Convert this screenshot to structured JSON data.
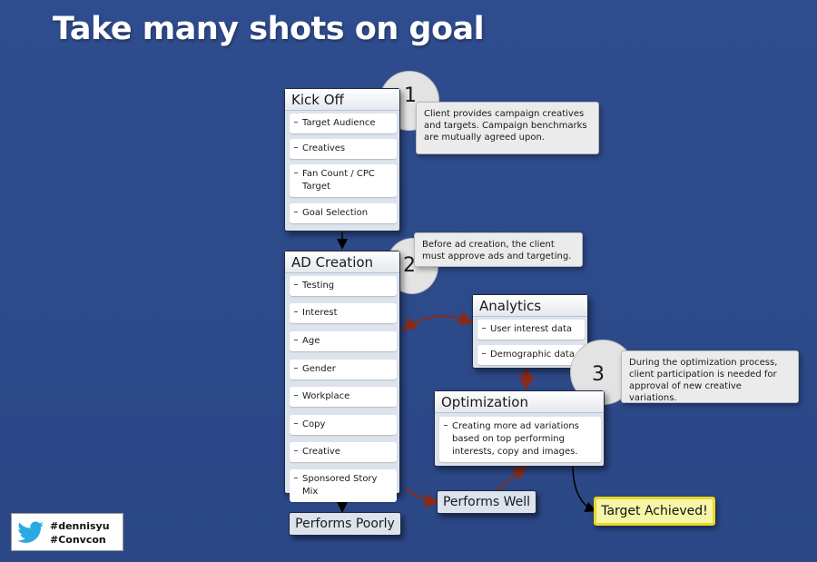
{
  "title": "Take many shots on goal",
  "kickoff": {
    "title": "Kick Off",
    "items": [
      "Target Audience",
      "Creatives",
      "Fan Count / CPC Target",
      "Goal Selection"
    ]
  },
  "adcreation": {
    "title": "AD Creation",
    "items": [
      "Testing",
      "Interest",
      "Age",
      "Gender",
      "Workplace",
      "Copy",
      "Creative",
      "Sponsored Story Mix"
    ]
  },
  "analytics": {
    "title": "Analytics",
    "items": [
      "User interest data",
      "Demographic data"
    ]
  },
  "optimization": {
    "title": "Optimization",
    "item": "Creating more ad variations based on top performing interests, copy and images."
  },
  "steps": [
    {
      "number": "1",
      "note": "Client provides campaign creatives and targets.  Campaign benchmarks are mutually agreed upon."
    },
    {
      "number": "2",
      "note": "Before ad creation, the client must approve ads and targeting."
    },
    {
      "number": "3",
      "note": "During the optimization process, client participation is needed for approval of new creative variations."
    }
  ],
  "outcomes": {
    "performs_poorly": "Performs Poorly",
    "performs_well": "Performs Well",
    "target_achieved": "Target Achieved!"
  },
  "social": {
    "icon": "twitter-bird-icon",
    "hashtags": [
      "#dennisyu",
      "#Convcon"
    ]
  },
  "colors": {
    "background": "#2d4a8a",
    "arrow_red": "#8a2a1a",
    "arrow_black": "#000000",
    "target_fill": "#f7f5a8",
    "target_border": "#e8d825"
  }
}
